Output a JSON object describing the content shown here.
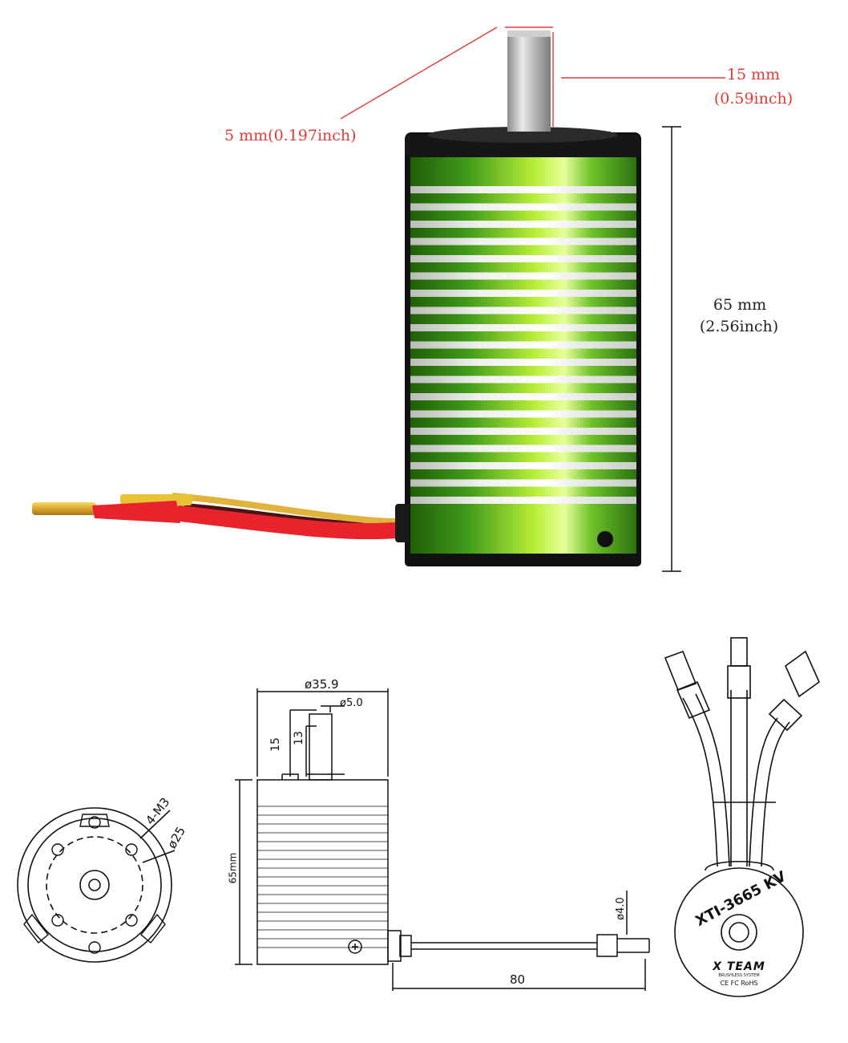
{
  "photo_dimensions": {
    "shaft_length": {
      "mm": "15 mm",
      "inch": "(0.59inch)"
    },
    "shaft_diameter": {
      "label": "5 mm(0.197inch)"
    },
    "body_length": {
      "mm": "65 mm",
      "inch": "(2.56inch)"
    }
  },
  "drawing_dimensions": {
    "body_diameter": "ø35.9",
    "shaft_diameter": "ø5.0",
    "shaft_total": "15",
    "shaft_flat": "13",
    "body_length": "65mm",
    "mount_holes": "4-M3",
    "bolt_circle": "ø25",
    "connector_diameter": "ø4.0",
    "wire_length": "80"
  },
  "branding": {
    "model_text": "XTI-3665 KV",
    "logo_text": "X TEAM",
    "logo_subtext": "BRUSHLESS SYSTEM",
    "marks_text": "CE FC RoHS"
  },
  "colors": {
    "dim_red": "#e53935",
    "motor_green": "#5cb82a",
    "motor_green_dark": "#2f7d10",
    "wire_red": "#e8232b",
    "connector_gold": "#e2b33c"
  }
}
